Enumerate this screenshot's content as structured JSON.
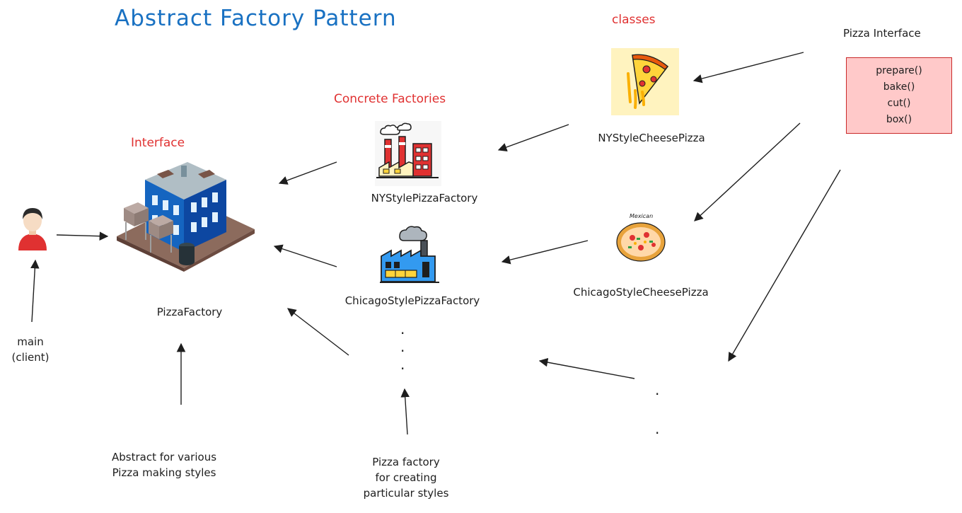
{
  "title": "Abstract Factory Pattern",
  "labels": {
    "interface": "Interface",
    "concrete_factories": "Concrete Factories",
    "classes": "classes",
    "pizza_interface": "Pizza Interface",
    "pizza_factory": "PizzaFactory",
    "ny_factory": "NYStylePizzaFactory",
    "chicago_factory": "ChicagoStylePizzaFactory",
    "ny_pizza": "NYStyleCheesePizza",
    "chicago_pizza": "ChicagoStyleCheesePizza",
    "mexican_tag": "Mexican",
    "main_client": "main\n(client)",
    "abstract_note": "Abstract for various\nPizza making styles",
    "factory_note": "Pizza factory\nfor creating\nparticular styles"
  },
  "interface_methods": [
    "prepare()",
    "bake()",
    "cut()",
    "box()"
  ],
  "colors": {
    "title": "#1971c2",
    "red_label": "#e03131",
    "interface_fill": "#ffc9c9",
    "interface_stroke": "#c92a2a"
  },
  "icons": [
    "person-icon",
    "factory-building-icon",
    "ny-factory-icon",
    "chicago-factory-icon",
    "cheese-pizza-icon",
    "mexican-pizza-icon"
  ]
}
